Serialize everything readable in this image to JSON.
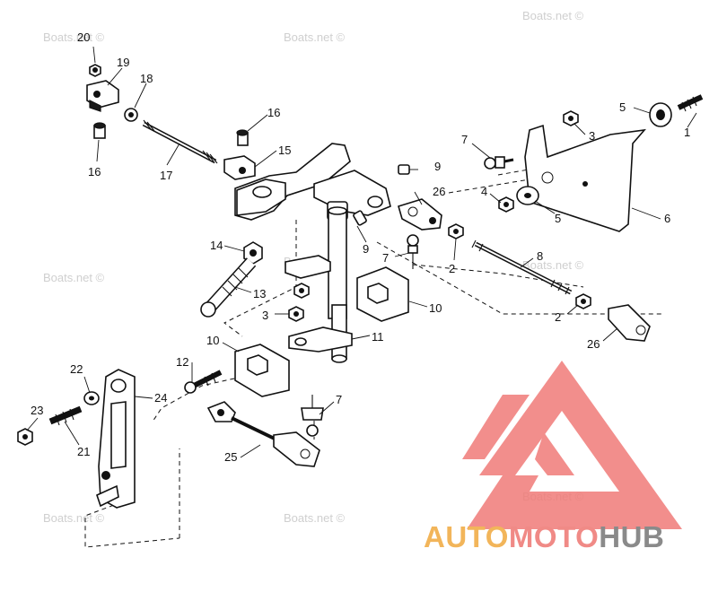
{
  "diagram": {
    "callouts": [
      {
        "id": "c20",
        "text": "20"
      },
      {
        "id": "c19",
        "text": "19"
      },
      {
        "id": "c18",
        "text": "18"
      },
      {
        "id": "c16a",
        "text": "16"
      },
      {
        "id": "c16b",
        "text": "16"
      },
      {
        "id": "c17",
        "text": "17"
      },
      {
        "id": "c15",
        "text": "15"
      },
      {
        "id": "c9a",
        "text": "9"
      },
      {
        "id": "c26a",
        "text": "26"
      },
      {
        "id": "c7a",
        "text": "7"
      },
      {
        "id": "c3a",
        "text": "3"
      },
      {
        "id": "c5a",
        "text": "5"
      },
      {
        "id": "c1",
        "text": "1"
      },
      {
        "id": "c4",
        "text": "4"
      },
      {
        "id": "c5b",
        "text": "5"
      },
      {
        "id": "c6",
        "text": "6"
      },
      {
        "id": "c14",
        "text": "14"
      },
      {
        "id": "c9b",
        "text": "9"
      },
      {
        "id": "c7b",
        "text": "7"
      },
      {
        "id": "c2a",
        "text": "2"
      },
      {
        "id": "c8",
        "text": "8"
      },
      {
        "id": "c13",
        "text": "13"
      },
      {
        "id": "c3b",
        "text": "3"
      },
      {
        "id": "c10a",
        "text": "10"
      },
      {
        "id": "c2b",
        "text": "2"
      },
      {
        "id": "c11",
        "text": "11"
      },
      {
        "id": "c26b",
        "text": "26"
      },
      {
        "id": "c10b",
        "text": "10"
      },
      {
        "id": "c12",
        "text": "12"
      },
      {
        "id": "c22",
        "text": "22"
      },
      {
        "id": "c24",
        "text": "24"
      },
      {
        "id": "c23",
        "text": "23"
      },
      {
        "id": "c21",
        "text": "21"
      },
      {
        "id": "c7c",
        "text": "7"
      },
      {
        "id": "c25",
        "text": "25"
      }
    ],
    "watermark": "Boats.net ©"
  },
  "logo": {
    "part1": "AUTO",
    "part2": "MOTO",
    "part3": "HUB",
    "colors": {
      "auto": "#f2b55a",
      "moto": "#f08a86",
      "hub": "#8a8a8a",
      "mark": "#f07b78"
    }
  }
}
